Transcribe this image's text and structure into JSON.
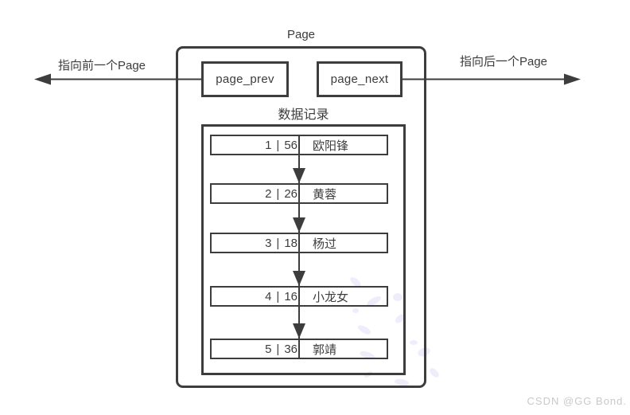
{
  "page": {
    "title": "Page",
    "prev_pointer": {
      "box_label": "page_prev",
      "arrow_label": "指向前一个Page"
    },
    "next_pointer": {
      "box_label": "page_next",
      "arrow_label": "指向后一个Page"
    },
    "records_section": {
      "label": "数据记录",
      "separator": "|",
      "records": [
        {
          "id": "1",
          "age": "56",
          "name": "欧阳锋"
        },
        {
          "id": "2",
          "age": "26",
          "name": "黄蓉"
        },
        {
          "id": "3",
          "age": "18",
          "name": "杨过"
        },
        {
          "id": "4",
          "age": "16",
          "name": "小龙女"
        },
        {
          "id": "5",
          "age": "36",
          "name": "郭靖"
        }
      ]
    }
  },
  "watermark": {
    "text": "CSDN @GG Bond."
  },
  "colors": {
    "line": "#3d3d3d",
    "text": "#3c3c3c",
    "watermark_text": "#c9c9c9",
    "watermark_accent": "#b9aef0"
  }
}
